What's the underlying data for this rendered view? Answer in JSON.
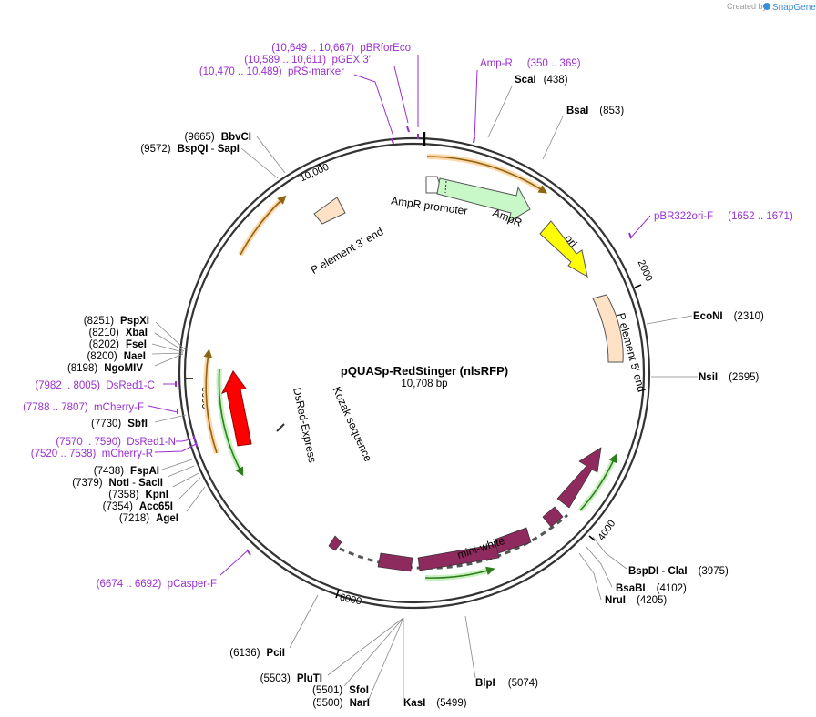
{
  "credit": {
    "prefix": "Created by",
    "brand": "SnapGene"
  },
  "plasmid": {
    "name": "pQUASp-RedStinger (nlsRFP)",
    "size": "10,708 bp"
  },
  "ticks": [
    "10,000",
    "2000",
    "4000",
    "6000",
    "8000"
  ],
  "enzymes": [
    {
      "name": "ScaI",
      "pos": "(438)"
    },
    {
      "name": "BsaI",
      "pos": "(853)"
    },
    {
      "name": "EcoNI",
      "pos": "(2310)"
    },
    {
      "name": "NsiI",
      "pos": "(2695)"
    },
    {
      "name": "BspDI",
      "sep": " - ",
      "name2": "ClaI",
      "pos": "(3975)"
    },
    {
      "name": "BsaBI",
      "pos": "(4102)"
    },
    {
      "name": "NruI",
      "pos": "(4205)"
    },
    {
      "name": "BlpI",
      "pos": "(5074)"
    },
    {
      "name": "KasI",
      "pos": "(5499)"
    },
    {
      "name": "NarI",
      "pos": "(5500)"
    },
    {
      "name": "SfoI",
      "pos": "(5501)"
    },
    {
      "name": "PluTI",
      "pos": "(5503)"
    },
    {
      "name": "PciI",
      "pos": "(6136)"
    },
    {
      "name": "AgeI",
      "pos": "(7218)"
    },
    {
      "name": "Acc65I",
      "pos": "(7354)"
    },
    {
      "name": "KpnI",
      "pos": "(7358)"
    },
    {
      "name": "NotI",
      "sep": " - ",
      "name2": "SacII",
      "pos": "(7379)"
    },
    {
      "name": "FspAI",
      "pos": "(7438)"
    },
    {
      "name": "SbfI",
      "pos": "(7730)"
    },
    {
      "name": "NgoMIV",
      "pos": "(8198)"
    },
    {
      "name": "NaeI",
      "pos": "(8200)"
    },
    {
      "name": "FseI",
      "pos": "(8202)"
    },
    {
      "name": "XbaI",
      "pos": "(8210)"
    },
    {
      "name": "PspXI",
      "pos": "(8251)"
    },
    {
      "name": "BspQI",
      "sep": " - ",
      "name2": "SapI",
      "pos": "(9572)"
    },
    {
      "name": "BbvCI",
      "pos": "(9665)"
    }
  ],
  "primers": [
    {
      "label": "(10,649 .. 10,667)  pBRforEco"
    },
    {
      "label": "(10,589 .. 10,611)  pGEX 3'"
    },
    {
      "label": "(10,470 .. 10,489)  pRS-marker"
    },
    {
      "label": "Amp-R     (350 .. 369)"
    },
    {
      "label": "pBR322ori-F     (1652 .. 1671)"
    },
    {
      "label": "(6674 .. 6692)  pCasper-F"
    },
    {
      "label": "(7982 .. 8005)  DsRed1-C"
    },
    {
      "label": "(7788 .. 7807)  mCherry-F"
    },
    {
      "label": "(7570 .. 7590)  DsRed1-N"
    },
    {
      "label": "(7520 .. 7538)  mCherry-R"
    }
  ],
  "features": [
    {
      "label": "AmpR promoter"
    },
    {
      "label": "AmpR"
    },
    {
      "label": "ori"
    },
    {
      "label": "P element 5' end"
    },
    {
      "label": "P element 3' end"
    },
    {
      "label": "mini-white"
    },
    {
      "label": "DsRed-Express"
    },
    {
      "label": "Kozak sequence"
    }
  ],
  "colors": {
    "primer": "#9a2fd0",
    "backbone": "#333333",
    "ampr": "#c8f7c8",
    "ori": "#ffff00",
    "p_element": "#ffe2c6",
    "mini_white": "#8f2a5e",
    "dsred": "#ff0000",
    "orf_orange": "#b8860b",
    "orf_green": "#3a9a25"
  }
}
